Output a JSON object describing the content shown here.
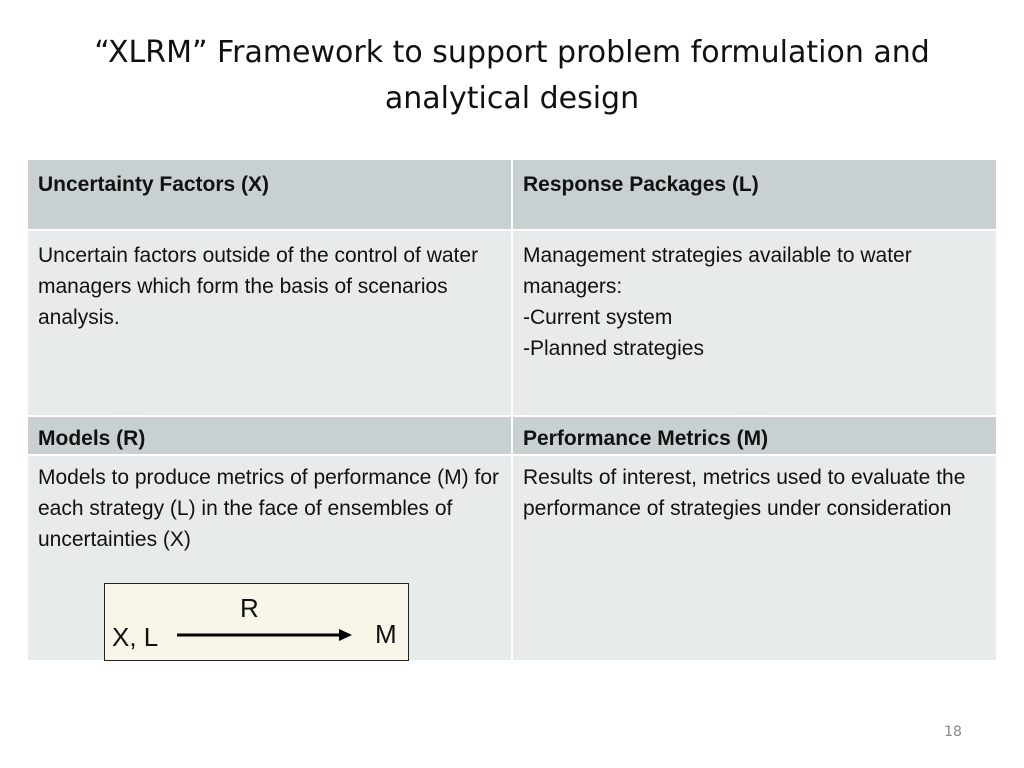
{
  "slide": {
    "title": "“XLRM” Framework to support problem formulation and analytical design",
    "number": "18"
  },
  "table": {
    "x_header": "Uncertainty Factors (X)",
    "l_header": "Response Packages (L)",
    "x_body": "Uncertain factors outside of the control of water managers which form the basis of scenarios analysis.",
    "l_body_lines": [
      "Management strategies available to water managers:",
      "-Current system",
      "-Planned strategies"
    ],
    "r_header": "Models (R)",
    "m_header": "Performance Metrics (M)",
    "r_body": "Models to produce metrics of performance (M) for each strategy (L) in the face of ensembles of uncertainties (X)",
    "m_body": "Results of interest, metrics used to evaluate the performance of strategies under consideration"
  },
  "diagram": {
    "input_label": "X, L",
    "model_label": "R",
    "output_label": "M"
  }
}
